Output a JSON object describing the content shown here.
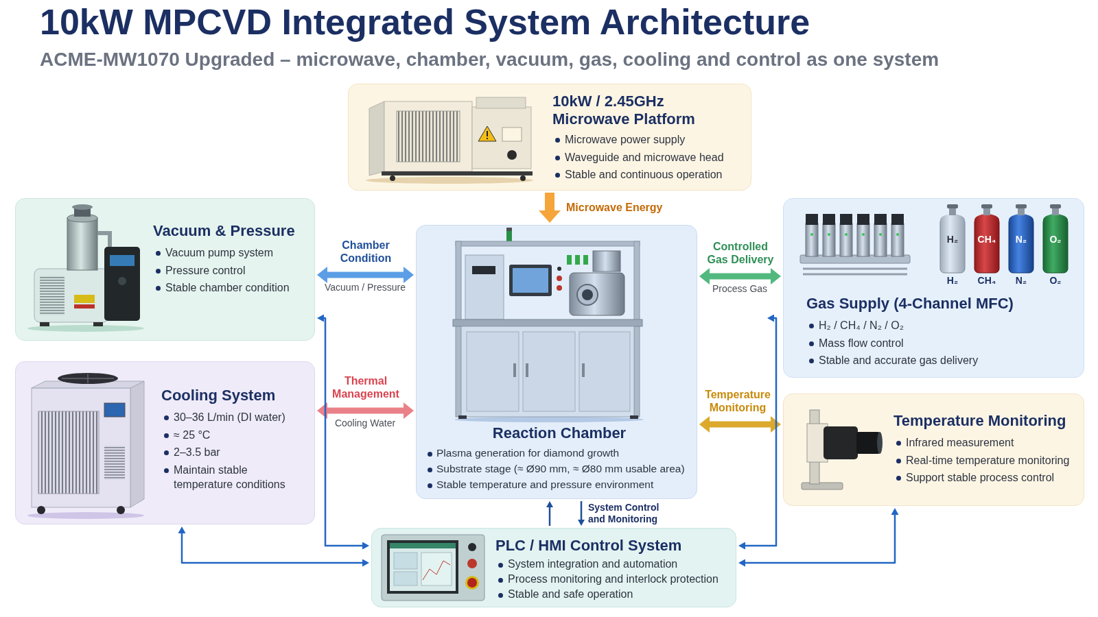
{
  "diagram": {
    "title": "10kW MPCVD Integrated System Architecture",
    "nodes": [
      {
        "text": [
          "10kW / 2.45GHz Microwave Platform",
          "Microwave power supply",
          "Waveguide and microwave head",
          "Stable and continuous operation"
        ]
      },
      {
        "text": [
          "Vacuum & Pressure",
          "Vacuum pump system",
          "Pressure control",
          "Stable chamber condition"
        ]
      },
      {
        "text": [
          "Reaction Chamber",
          "Plasma generation for diamond growth",
          "Substrate stage (≈ Ø90 mm, ≈ Ø80 mm usable area)",
          "Stable temperature and pressure environment"
        ]
      },
      {
        "text": [
          "Gas Supply (4-Channel MFC)",
          "H₂ / CH₄ / N₂ / O₂",
          "Mass flow control",
          "Stable and accurate gas delivery"
        ]
      },
      {
        "text": [
          "Cooling System",
          "30–36 L/min (DI water)",
          "≈ 25 °C",
          "2–3.5 bar",
          "Maintain stable temperature conditions"
        ]
      },
      {
        "text": [
          "Temperature Monitoring",
          "Infrared measurement",
          "Real-time temperature monitoring",
          "Support stable process control"
        ]
      },
      {
        "text": [
          "PLC / HMI Control System",
          "System integration and automation",
          "Process monitoring and interlock protection",
          "Stable and safe operation"
        ]
      }
    ],
    "edges": [
      {
        "from": 0,
        "to": 2,
        "arrow": "to",
        "label": "Microwave Energy"
      },
      {
        "from": 1,
        "to": 2,
        "arrow": "both",
        "label": "Chamber Condition"
      },
      {
        "from": 2,
        "to": 3,
        "arrow": "both",
        "label": "Controlled Gas Delivery"
      },
      {
        "from": 4,
        "to": 2,
        "arrow": "both",
        "label": "Thermal Management"
      },
      {
        "from": 2,
        "to": 5,
        "arrow": "both",
        "label": "Temperature Monitoring"
      },
      {
        "from": 6,
        "to": 2,
        "arrow": "to"
      },
      {
        "from": 2,
        "to": 6,
        "arrow": "to",
        "label": "System Control and Monitoring"
      },
      {
        "from": 1,
        "to": 6,
        "arrow": "both"
      },
      {
        "from": 4,
        "to": 6,
        "arrow": "both"
      },
      {
        "from": 3,
        "to": 6,
        "arrow": "both"
      },
      {
        "from": 5,
        "to": 6,
        "arrow": "both"
      }
    ],
    "labels": [
      "ACME-MW1070 Upgraded – microwave, chamber, vacuum, gas, cooling and control as one system",
      "H₂",
      "CH₄",
      "N₂",
      "O₂",
      "H₂",
      "CH₄",
      "N₂",
      "O₂",
      "Vacuum / Pressure",
      "Process Gas",
      "Cooling Water"
    ]
  }
}
